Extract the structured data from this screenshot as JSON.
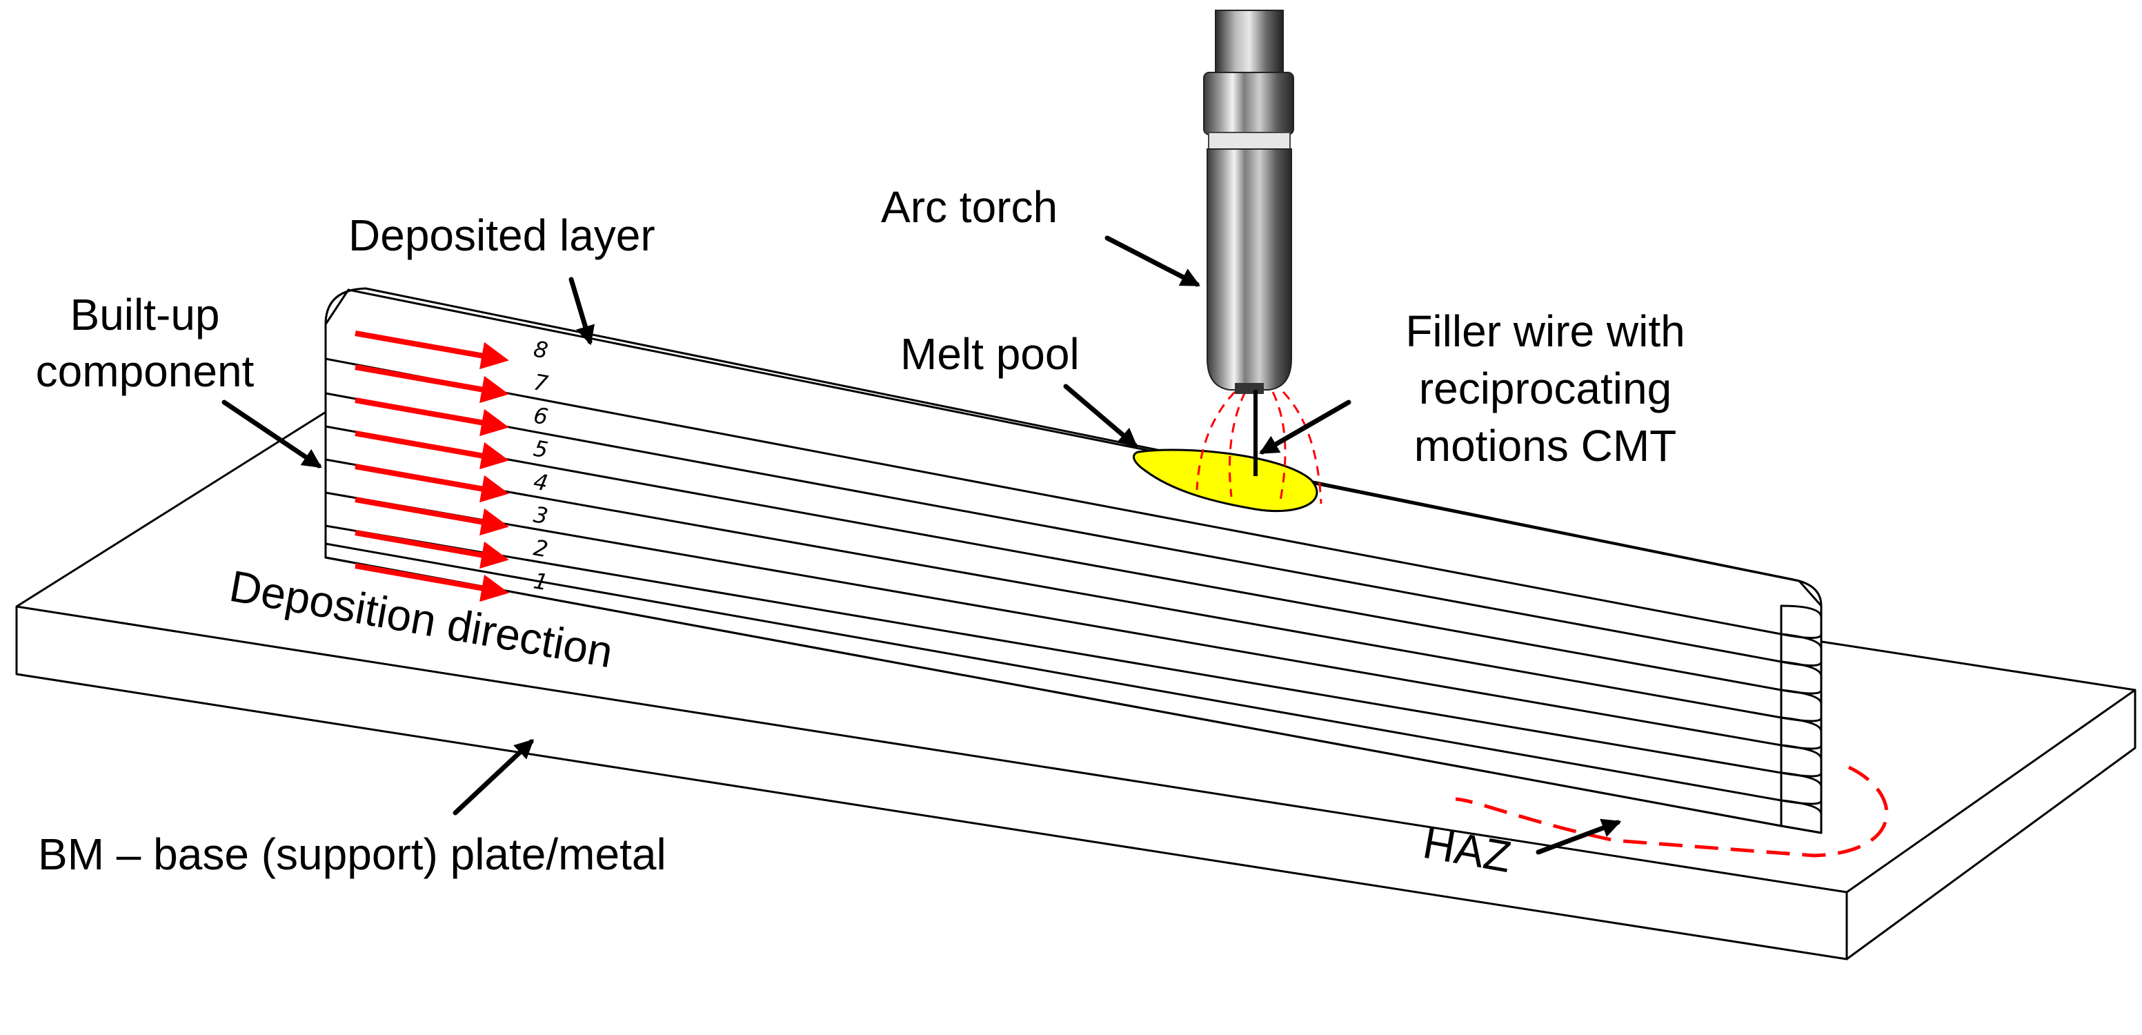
{
  "labels": {
    "arc_torch": "Arc torch",
    "deposited_layer": "Deposited layer",
    "built_up_line1": "Built-up",
    "built_up_line2": "component",
    "melt_pool": "Melt pool",
    "filler_line1": "Filler wire with",
    "filler_line2": "reciprocating",
    "filler_line3": "motions CMT",
    "deposition_direction": "Deposition direction",
    "base_metal": "BM – base (support) plate/metal",
    "haz": "HAZ"
  },
  "layer_numbers": [
    "1",
    "2",
    "3",
    "4",
    "5",
    "6",
    "7",
    "8"
  ],
  "colors": {
    "outline": "#000000",
    "deposition_arrow": "#ff0000",
    "haz_boundary": "#ff0000",
    "melt_pool": "#ffff00",
    "torch_metal": "#9a9a9a"
  },
  "icons": {
    "torch": "welding-torch-photo",
    "arrow": "pointer-arrow"
  }
}
